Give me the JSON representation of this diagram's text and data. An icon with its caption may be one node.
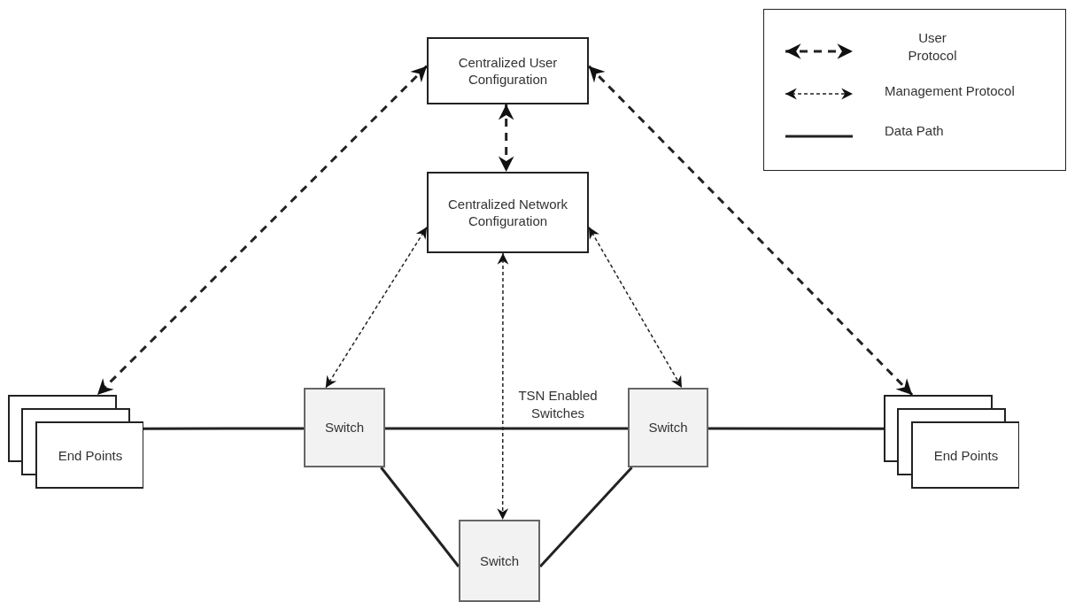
{
  "diagram": {
    "nodes": [
      {
        "text": [
          "Centralized User Configuration"
        ]
      },
      {
        "text": [
          "Centralized Network Configuration"
        ]
      },
      {
        "text": [
          "End Points"
        ]
      },
      {
        "text": [
          "Switch"
        ]
      },
      {
        "text": [
          "Switch"
        ]
      },
      {
        "text": [
          "End Points"
        ]
      },
      {
        "text": [
          "Switch"
        ]
      }
    ],
    "edges": [
      {
        "from": 0,
        "to": 2,
        "arrow": "both",
        "style": "dashed"
      },
      {
        "from": 0,
        "to": 1,
        "arrow": "both",
        "style": "dashed"
      },
      {
        "from": 0,
        "to": 5,
        "arrow": "both",
        "style": "dashed"
      },
      {
        "from": 1,
        "to": 3,
        "arrow": "both",
        "style": "dashed"
      },
      {
        "from": 1,
        "to": 6,
        "arrow": "both",
        "style": "dashed"
      },
      {
        "from": 1,
        "to": 4,
        "arrow": "both",
        "style": "dashed"
      },
      {
        "from": 2,
        "to": 3,
        "arrow": "none"
      },
      {
        "from": 3,
        "to": 4,
        "arrow": "none"
      },
      {
        "from": 4,
        "to": 5,
        "arrow": "none"
      },
      {
        "from": 3,
        "to": 6,
        "arrow": "none"
      },
      {
        "from": 4,
        "to": 6,
        "arrow": "none"
      }
    ],
    "labels": [
      "TSN Enabled Switches"
    ],
    "legend": [
      {
        "text": "User Protocol"
      },
      {
        "text": "Management Protocol"
      },
      {
        "text": "Data Path"
      }
    ]
  }
}
